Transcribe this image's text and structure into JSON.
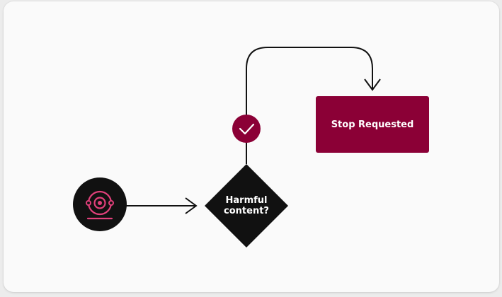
{
  "colors": {
    "background": "#fafafa",
    "line": "#111111",
    "node_dark": "#111111",
    "accent_maroon": "#8b0036",
    "accent_pink": "#e0407a"
  },
  "nodes": {
    "camera": {
      "icon": "camera-icon"
    },
    "decision": {
      "line1": "Harmful",
      "line2": "content?"
    },
    "check": {
      "icon": "checkmark-icon"
    },
    "stop": {
      "label": "Stop Requested"
    }
  }
}
